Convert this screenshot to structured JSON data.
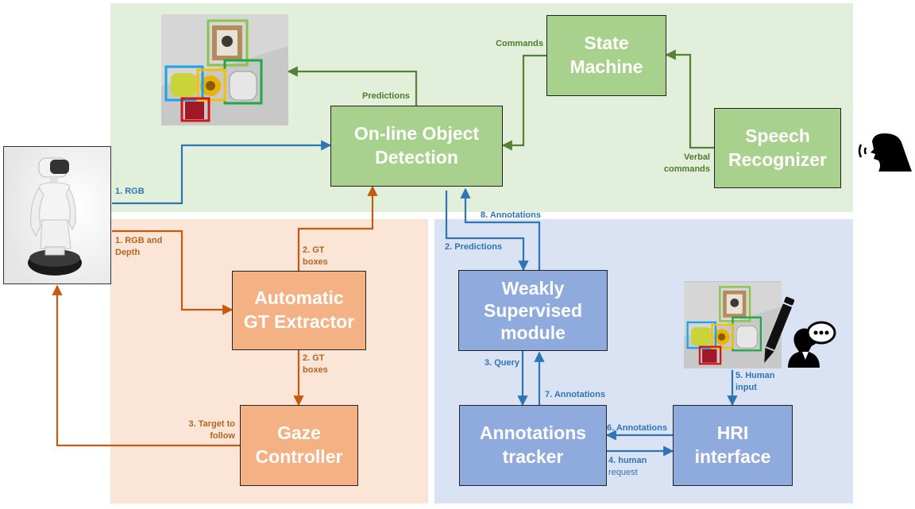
{
  "blocks": {
    "state_machine": [
      "State",
      "Machine"
    ],
    "speech_recognizer": [
      "Speech",
      "Recognizer"
    ],
    "object_detection": [
      "On-line Object",
      "Detection"
    ],
    "gt_extractor": [
      "Automatic",
      "GT Extractor"
    ],
    "gaze_controller": [
      "Gaze",
      "Controller"
    ],
    "weakly_supervised": [
      "Weakly",
      "Supervised",
      "module"
    ],
    "annotations_tracker": [
      "Annotations",
      "tracker"
    ],
    "hri_interface": [
      "HRI",
      "interface"
    ]
  },
  "labels": {
    "commands": "Commands",
    "predictions_top": "Predictions",
    "verbal_commands": [
      "Verbal",
      "commands"
    ],
    "rgb": "1. RGB",
    "rgb_depth": [
      "1. RGB and",
      "Depth"
    ],
    "gt_boxes_up": [
      "2. GT",
      "boxes"
    ],
    "gt_boxes_down": [
      "2. GT",
      "boxes"
    ],
    "target_to_follow": [
      "3. Target to",
      "follow"
    ],
    "annotations_8": "8. Annotations",
    "predictions_2": "2. Predictions",
    "query_3": "3. Query",
    "annotations_7": "7. Annotations",
    "human_input_5": [
      "5. Human",
      "input"
    ],
    "annotations_6": "6. Annotations",
    "human_request_4": [
      "4. human",
      "request"
    ]
  },
  "colors": {
    "green_region": "#e2efda",
    "orange_region": "#fbe5d6",
    "blue_region": "#dae3f3",
    "green_box": "#a9d18e",
    "orange_box": "#f4b183",
    "blue_box": "#8faadc",
    "green_arrow": "#548235",
    "orange_arrow": "#c55a11",
    "blue_arrow": "#2e75b6"
  },
  "icons": [
    "robot-image",
    "speaking-person-icon",
    "pencil-icon",
    "chatting-person-icon",
    "detection-thumbnail"
  ]
}
